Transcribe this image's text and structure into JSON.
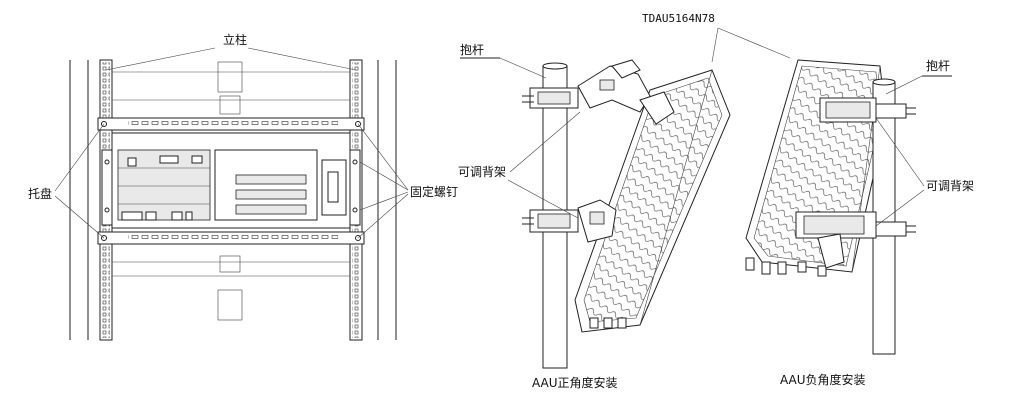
{
  "left_figure": {
    "column_label": "立柱",
    "tray_label": "托盘",
    "fixing_screw_label": "固定螺钉"
  },
  "middle_figure": {
    "pole_label": "抱杆",
    "bracket_label": "可调背架",
    "model_label": "TDAU5164N78",
    "caption": "AAU正角度安装"
  },
  "right_figure": {
    "pole_label": "抱杆",
    "bracket_label": "可调背架",
    "caption": "AAU负角度安装"
  },
  "colors": {
    "line": "#222222",
    "background": "#ffffff"
  }
}
